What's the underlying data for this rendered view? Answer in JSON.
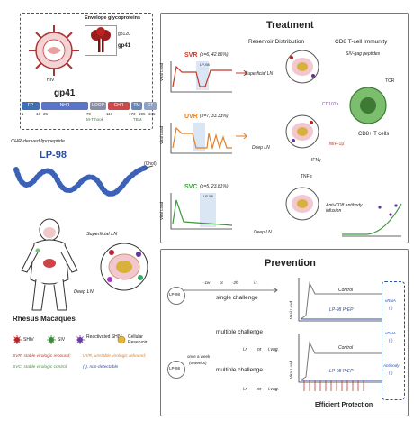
{
  "hiv": {
    "envelope_title": "Envelope glycoproteins",
    "virus_label": "HIV",
    "gp120_label": "gp120",
    "gp41_label_small": "gp41",
    "gp41_heading": "gp41",
    "domains": [
      "FP",
      "NHR",
      "LOOP",
      "CHR",
      "TM",
      "CT"
    ],
    "positions": [
      "1",
      "16",
      "25",
      "79",
      "117",
      "173",
      "195",
      "345"
    ],
    "m_t_hook": "M-T hook",
    "tbm": "TBM",
    "colors": {
      "fp": "#3f6fb5",
      "nhr": "#5a74c8",
      "loop": "#8a8fa8",
      "chr": "#c84a4a",
      "tm": "#6a87b9",
      "ct": "#8fa3c9"
    }
  },
  "lipopeptide": {
    "subtitle": "CHR-derived lipopeptide",
    "name": "LP-98",
    "chol": "(Chol)"
  },
  "macaque": {
    "superficial_ln": "Superficial LN",
    "deep_ln": "Deep LN",
    "title": "Rhesus Macaques"
  },
  "legend": {
    "shiv": "SHIV",
    "siv": "SIV",
    "reactivated": "Reactivated SHIV",
    "cellular": "Cellular Reservoir",
    "svr_def": "SVR, stable virologic rebound;",
    "uvr_def": "UVR, unstable virologic rebound;",
    "svc_def": "SVC, stable virologic control",
    "nd_def": "(-), non-detectable"
  },
  "treatment": {
    "title": "Treatment",
    "reservoir_heading": "Reservoir Distribution",
    "cd8_heading": "CD8 T-cell Immunity",
    "siv_gag": "SIV-gag peptides",
    "tcr": "TCR",
    "cd107a": "CD107a",
    "cd8_cells": "CD8+ T cells",
    "mip": "MIP-1β",
    "ifn": "IFNγ",
    "tnf": "TNFα",
    "antibody": "Anti-CD8 antibody infusion",
    "viral_load": "Viral Load",
    "lp98": "LP-98",
    "groups": [
      {
        "key": "SVR",
        "stat": "(n=6, 42.86%)",
        "color": "#c0392b",
        "ln": "Superficial LN"
      },
      {
        "key": "UVR",
        "stat": "(n=7, 33.33%)",
        "color": "#e67e22",
        "ln": "Deep LN"
      },
      {
        "key": "SVC",
        "stat": "(n=5, 23.81%)",
        "color": "#3c9a3c",
        "ln": "Deep LN"
      }
    ]
  },
  "prevention": {
    "title": "Prevention",
    "lp98": "LP-98",
    "timeline": [
      "-1w",
      "or",
      "-2h",
      "i.r."
    ],
    "single": "single challenge",
    "multiple": "multiple challenge",
    "once_week": "once a week",
    "six_weeks": "(6 weeks)",
    "ir": "i.r.",
    "or": "or",
    "ivag": "i.vag.",
    "viral_load": "Viral Load",
    "control": "Control",
    "prep": "LP-98 PrEP",
    "rna": "vRNA",
    "dna": "vDNA",
    "antibody": "Antibody",
    "nd": "(-)",
    "efficient": "Efficient Protection"
  }
}
